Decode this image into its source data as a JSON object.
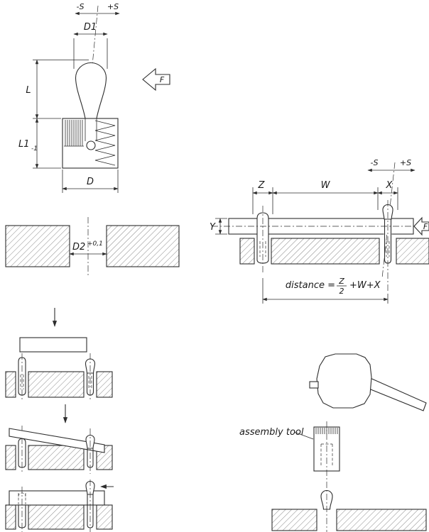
{
  "colors": {
    "line": "#2d2d2d",
    "background": "#ffffff"
  },
  "front_view": {
    "tilt_minus": "-S",
    "tilt_plus": "+S",
    "dim_d1": "D1",
    "dim_l": "L",
    "dim_l1": "L1",
    "dim_l1_tolerance": "-1",
    "dim_d": "D",
    "force": "F"
  },
  "bore_section": {
    "dim_d2": "D2",
    "dim_d2_tolerance": "+0,1"
  },
  "side_view": {
    "tilt_minus": "-S",
    "tilt_plus": "+S",
    "dim_z": "Z",
    "dim_w": "W",
    "dim_x": "X",
    "dim_y": "Y",
    "force": "F",
    "distance_prefix": "distance =",
    "distance_numerator": "Z",
    "distance_denominator": "2",
    "distance_suffix": "+W+X"
  },
  "assembly": {
    "tool_label": "assembly tool"
  }
}
